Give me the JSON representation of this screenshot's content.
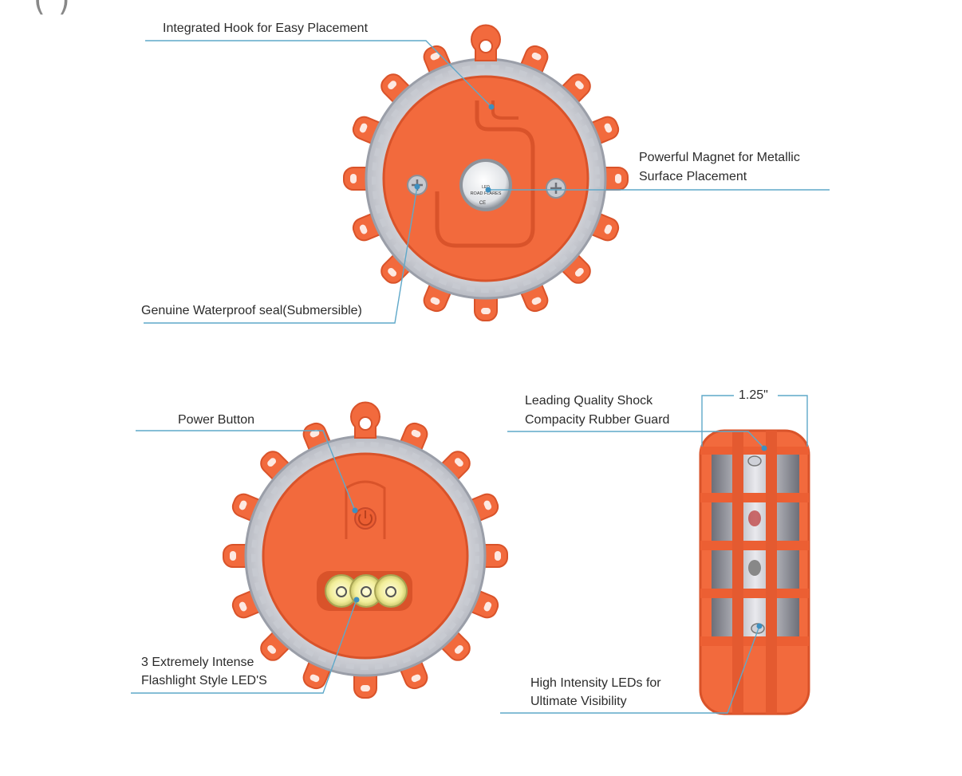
{
  "corner_mark": "( )",
  "callouts": {
    "hook": "Integrated Hook for Easy Placement",
    "magnet_line1": "Powerful Magnet for  Metallic",
    "magnet_line2": "Surface Placement",
    "seal": "Genuine Waterproof seal(Submersible)",
    "power": "Power Button",
    "flash_line1": "3 Extremely Intense",
    "flash_line2": "Flashlight Style LED'S",
    "shock_line1": "Leading Quality Shock",
    "shock_line2": "Compacity Rubber Guard",
    "dimension": "1.25\"",
    "leds_line1": "High Intensity LEDs for",
    "leds_line2": "Ultimate Visibility"
  },
  "product_label": {
    "line1": "LED",
    "line2": "ROAD FLARES",
    "line3": "CE"
  },
  "colors": {
    "flare_orange": "#f26a3d",
    "flare_dark": "#d9532a",
    "leader_line": "#5fa8c9",
    "text": "#2b2b2b"
  }
}
